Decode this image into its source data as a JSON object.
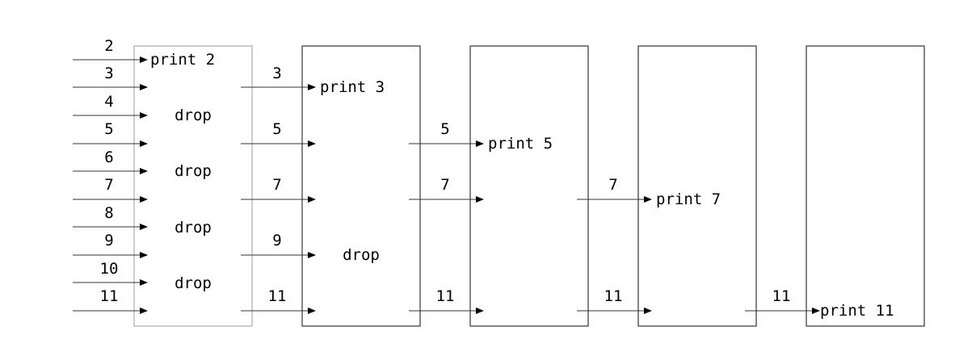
{
  "colors": {
    "stroke": "#333333",
    "first_box_stroke": "#aaaaaa",
    "text": "#000000",
    "background": "#ffffff"
  },
  "stages": [
    {
      "inputs": [
        "2",
        "3",
        "4",
        "5",
        "6",
        "7",
        "8",
        "9",
        "10",
        "11"
      ],
      "labels": [
        "print 2",
        "drop",
        "drop",
        "drop",
        "drop"
      ]
    },
    {
      "inputs": [
        "3",
        "5",
        "7",
        "9",
        "11"
      ],
      "labels": [
        "print 3",
        "drop"
      ]
    },
    {
      "inputs": [
        "5",
        "7",
        "11"
      ],
      "labels": [
        "print 5"
      ]
    },
    {
      "inputs": [
        "7",
        "11"
      ],
      "labels": [
        "print 7"
      ]
    },
    {
      "inputs": [
        "11"
      ],
      "labels": [
        "print 11"
      ]
    }
  ]
}
